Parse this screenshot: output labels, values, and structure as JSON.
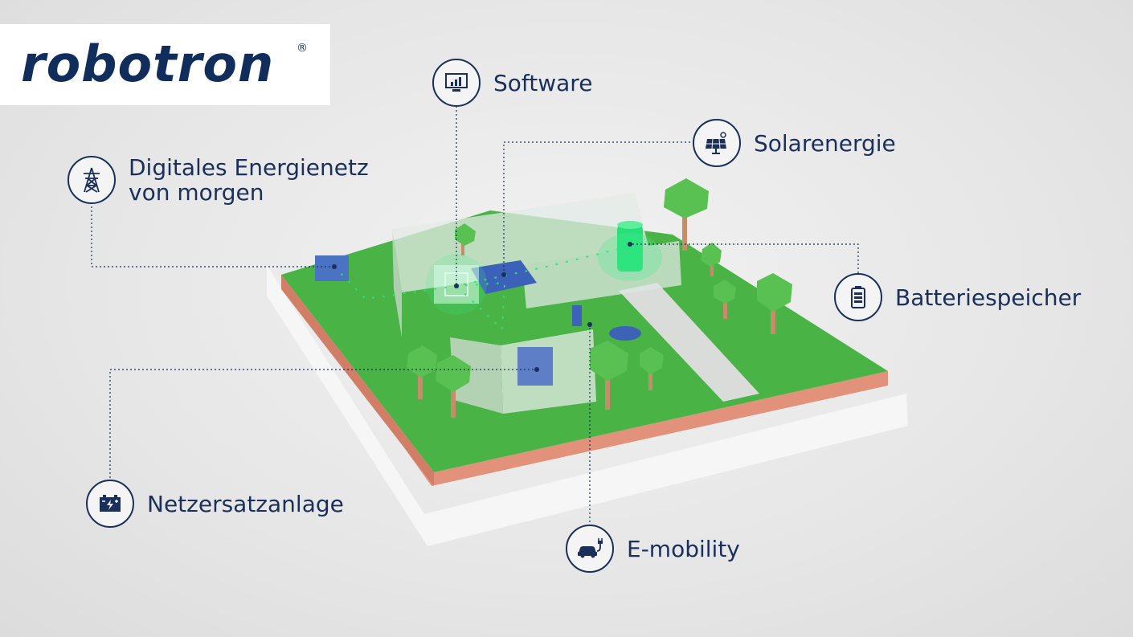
{
  "logo": {
    "text": "robotron",
    "registered": "®"
  },
  "callouts": {
    "grid": {
      "line1": "Digitales Energienetz",
      "line2": "von morgen",
      "icon": "power-tower-icon"
    },
    "software": {
      "label": "Software",
      "icon": "monitor-chart-icon"
    },
    "solar": {
      "label": "Solarenergie",
      "icon": "solar-panel-icon"
    },
    "battery": {
      "label": "Batteriespeicher",
      "icon": "battery-icon"
    },
    "backup": {
      "label": "Netzersatzanlage",
      "icon": "generator-icon"
    },
    "emobility": {
      "label": "E-mobility",
      "icon": "ev-charging-icon"
    }
  },
  "colors": {
    "navy": "#1a2f5a",
    "grass": "#3fae3c",
    "soil": "#d98a72",
    "energy": "#33e07a",
    "building": "#dfe6e2"
  }
}
